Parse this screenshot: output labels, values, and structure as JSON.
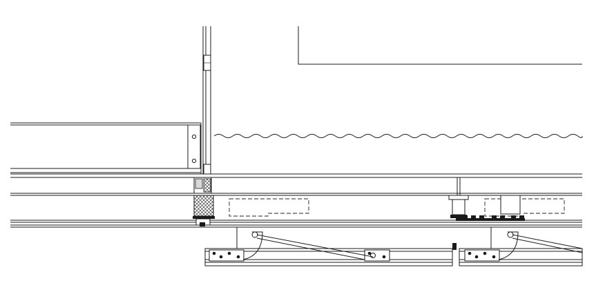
{
  "drawing": {
    "kind": "architectural-section-detail",
    "colors": {
      "line": "#1a1a1a",
      "background": "#ffffff",
      "hatch": "#1a1a1a"
    },
    "layers": [
      "wall-panel",
      "vertical-mullion",
      "ceiling-board",
      "wave-curtain",
      "floor-slab",
      "sliding-door-track",
      "door-rollers",
      "anchor-blocks"
    ]
  }
}
